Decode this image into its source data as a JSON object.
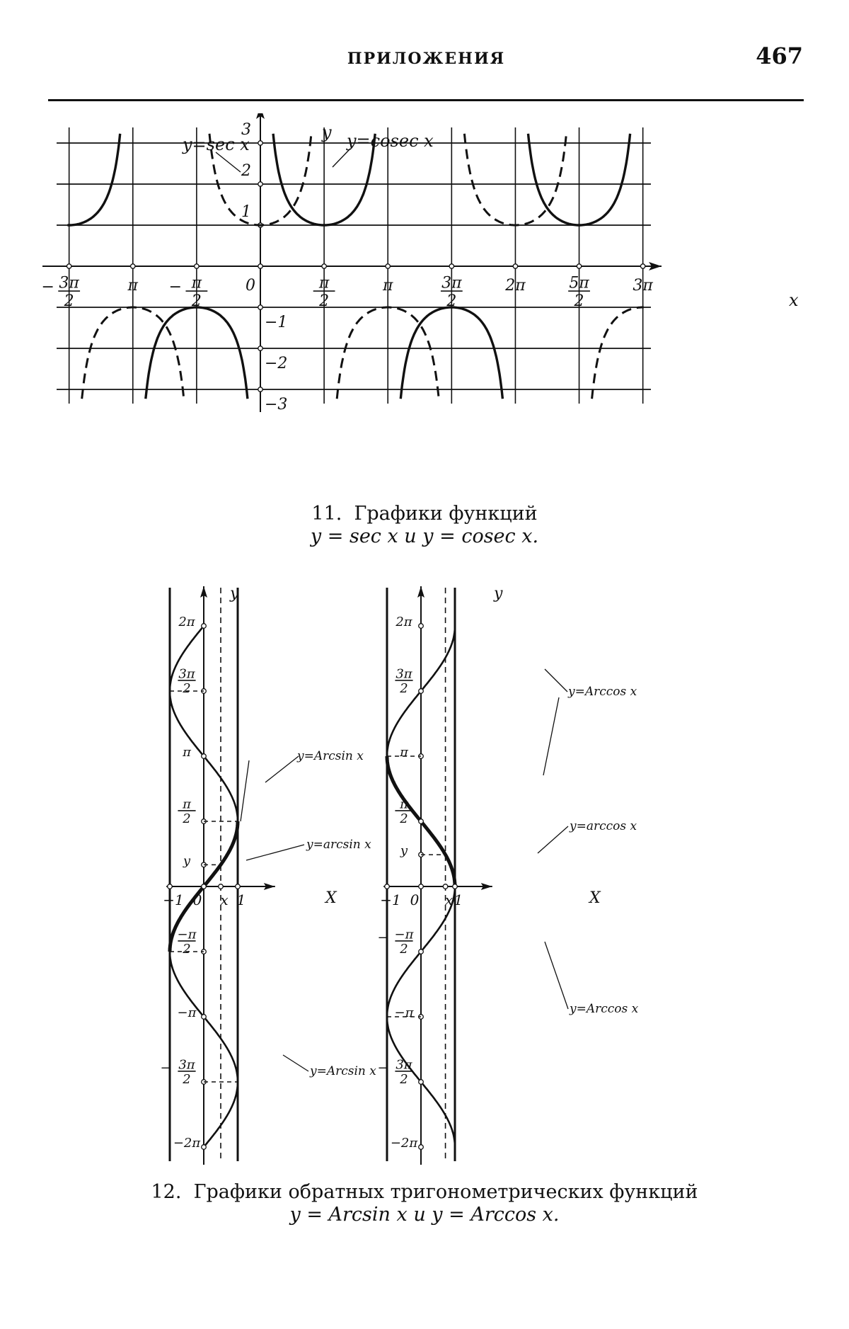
{
  "header": {
    "running_title": "ПРИЛОЖЕНИЯ",
    "page_number": "467"
  },
  "fig11": {
    "curve_labels": {
      "sec": "y=sec x",
      "cosec": "y=cosec x"
    },
    "axis_names": {
      "x": "x",
      "y": "y"
    },
    "x_ticks": [
      "3π/2",
      "π",
      "π/2",
      "0",
      "π/2",
      "π",
      "3π/2",
      "2π",
      "5π/2",
      "3π"
    ],
    "x_tick_signs": [
      "−",
      "",
      "−",
      "",
      "",
      "",
      "",
      "",
      "",
      ""
    ],
    "y_ticks": [
      "3",
      "2",
      "1",
      "−1",
      "−2",
      "−3"
    ],
    "caption": {
      "number": "11.",
      "text": "Графики функций",
      "formula": "y = sec x  и  y = cosec x."
    },
    "chart_data": {
      "type": "line",
      "series": [
        {
          "name": "y=sec x",
          "style": "dashed",
          "function": "1/cos(x)"
        },
        {
          "name": "y=cosec x",
          "style": "solid",
          "function": "1/sin(x)"
        }
      ],
      "xlim": [
        "-3π/2",
        "3π"
      ],
      "ylim": [
        -3,
        3
      ],
      "grid": true
    }
  },
  "fig12": {
    "left": {
      "axis_names": {
        "x": "X",
        "y": "y"
      },
      "x_ticks": [
        "−1",
        "0",
        "x",
        "1"
      ],
      "y_ticks": [
        "2π",
        "3π/2",
        "π",
        "π/2",
        "y",
        "−π/2",
        "−π",
        "3π/2",
        "−2π"
      ],
      "y_tick_signs": [
        "",
        "",
        "",
        "",
        "",
        "",
        "",
        "−",
        ""
      ],
      "curve_labels": [
        "y=Arcsin x",
        "y=arcsin x",
        "y=Arcsin x"
      ],
      "chart_data": {
        "type": "line",
        "series": [
          {
            "name": "y=Arcsin x",
            "function": "x = sin(y)",
            "ylim": [
              "-2π",
              "2π"
            ]
          },
          {
            "name": "y=arcsin x",
            "range": [
              "-π/2",
              "π/2"
            ]
          }
        ],
        "xlim": [
          -1,
          1
        ]
      }
    },
    "right": {
      "axis_names": {
        "x": "X",
        "y": "y"
      },
      "x_ticks": [
        "−1",
        "0",
        "x",
        "1"
      ],
      "y_ticks": [
        "2π",
        "3π/2",
        "π",
        "π/2",
        "y",
        "−π/2",
        "−π",
        "3π/2",
        "−2π"
      ],
      "y_tick_signs": [
        "",
        "",
        "",
        "",
        "",
        "−",
        "",
        "−",
        ""
      ],
      "curve_labels": [
        "y=Arccos x",
        "y=arccos x",
        "y=Arccos x"
      ],
      "chart_data": {
        "type": "line",
        "series": [
          {
            "name": "y=Arccos x",
            "function": "x = cos(y)",
            "ylim": [
              "-2π",
              "2π"
            ]
          },
          {
            "name": "y=arccos x",
            "range": [
              "0",
              "π"
            ]
          }
        ],
        "xlim": [
          -1,
          1
        ]
      }
    },
    "caption": {
      "number": "12.",
      "text": "Графики обратных тригонометрических функций",
      "formula": "y = Arcsin x  и  y = Arccos x."
    }
  },
  "colors": {
    "ink": "#111111",
    "paper": "#ffffff"
  }
}
